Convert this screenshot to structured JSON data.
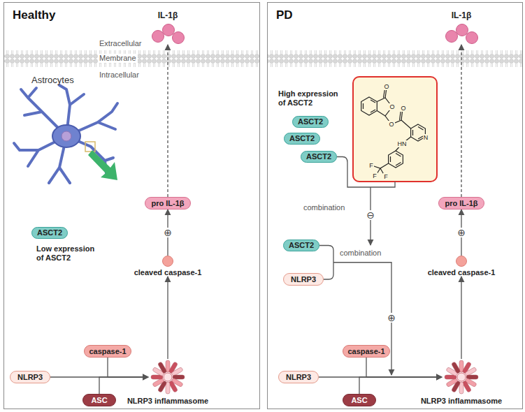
{
  "diagram": {
    "nodes": [
      {
        "text": [
          "Healthy"
        ]
      },
      {
        "text": [
          "IL-1β"
        ],
        "in": 0
      },
      {
        "text": [
          "pro IL-1β"
        ],
        "in": 0
      },
      {
        "text": [
          "ASCT2"
        ],
        "in": 0
      },
      {
        "text": [
          "cleaved caspase-1"
        ],
        "in": 0
      },
      {
        "text": [
          "caspase-1"
        ],
        "in": 0
      },
      {
        "text": [
          "NLRP3"
        ],
        "in": 0
      },
      {
        "text": [
          "ASC"
        ],
        "in": 0
      },
      {
        "text": [
          "NLRP3 inflammasome"
        ],
        "in": 0
      },
      {
        "text": [
          "PD"
        ]
      },
      {
        "text": [
          "IL-1β"
        ],
        "in": 9
      },
      {
        "text": [
          "ASCT2"
        ],
        "in": 9
      },
      {
        "text": [
          "ASCT2"
        ],
        "in": 9
      },
      {
        "text": [
          "ASCT2"
        ],
        "in": 9
      },
      {
        "text": [
          "pro IL-1β"
        ],
        "in": 9
      },
      {
        "text": [
          "ASCT2"
        ],
        "in": 9
      },
      {
        "text": [
          "cleaved caspase-1"
        ],
        "in": 9
      },
      {
        "text": [
          "NLRP3"
        ],
        "in": 9
      },
      {
        "text": [
          "caspase-1"
        ],
        "in": 9
      },
      {
        "text": [
          "NLRP3"
        ],
        "in": 9
      },
      {
        "text": [
          "ASC"
        ],
        "in": 9
      },
      {
        "text": [
          "NLRP3 inflammasome"
        ],
        "in": 9
      }
    ],
    "edges": [
      {
        "from": 6,
        "to": 8,
        "arrow": "to"
      },
      {
        "from": 5,
        "to": 8,
        "arrow": "to"
      },
      {
        "from": 7,
        "to": 8,
        "arrow": "to"
      },
      {
        "from": 8,
        "to": 4,
        "arrow": "to"
      },
      {
        "from": 4,
        "to": 2,
        "label": "⊕",
        "arrow": "to"
      },
      {
        "from": 2,
        "to": 1,
        "arrow": "to"
      },
      {
        "from": 19,
        "to": 21,
        "arrow": "to"
      },
      {
        "from": 18,
        "to": 21,
        "arrow": "to"
      },
      {
        "from": 20,
        "to": 21,
        "arrow": "to"
      },
      {
        "from": 21,
        "to": 16,
        "arrow": "to"
      },
      {
        "from": 16,
        "to": 14,
        "label": "⊕",
        "arrow": "to"
      },
      {
        "from": 14,
        "to": 10,
        "arrow": "to"
      }
    ],
    "labels": [
      "Extracellular",
      "Membrane",
      "Intracellular",
      "Astrocytes",
      "Low expression of ASCT2",
      "High expression of ASCT2",
      "O",
      "O",
      "O",
      "O",
      "HN",
      "N",
      "F",
      "F",
      "F",
      "combination",
      "⊖",
      "combination",
      "⊕"
    ]
  }
}
